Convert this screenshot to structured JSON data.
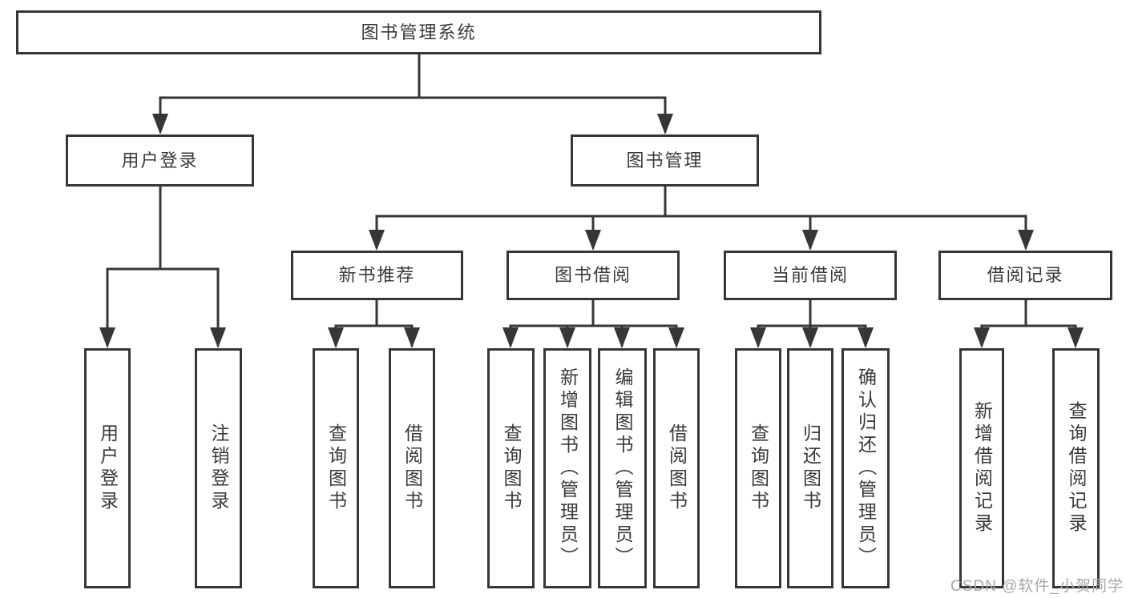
{
  "colors": {
    "line": "#363636",
    "box_border": "#363636",
    "text": "#3a3a3a",
    "watermark": "#a8a8a8",
    "background": "#ffffff"
  },
  "watermark": "CSDN @软件_小贺同学",
  "tree": {
    "root": {
      "label": "图书管理系统",
      "children": [
        {
          "label": "用户登录",
          "children": [
            {
              "label": "用户登录"
            },
            {
              "label": "注销登录"
            }
          ]
        },
        {
          "label": "图书管理",
          "children": [
            {
              "label": "新书推荐",
              "children": [
                {
                  "label": "查询图书"
                },
                {
                  "label": "借阅图书"
                }
              ]
            },
            {
              "label": "图书借阅",
              "children": [
                {
                  "label": "查询图书"
                },
                {
                  "label": "新增图书（管理员）"
                },
                {
                  "label": "编辑图书（管理员）"
                },
                {
                  "label": "借阅图书"
                }
              ]
            },
            {
              "label": "当前借阅",
              "children": [
                {
                  "label": "查询图书"
                },
                {
                  "label": "归还图书"
                },
                {
                  "label": "确认归还（管理员）"
                }
              ]
            },
            {
              "label": "借阅记录",
              "children": [
                {
                  "label": "新增借阅记录"
                },
                {
                  "label": "查询借阅记录"
                }
              ]
            }
          ]
        }
      ]
    }
  }
}
